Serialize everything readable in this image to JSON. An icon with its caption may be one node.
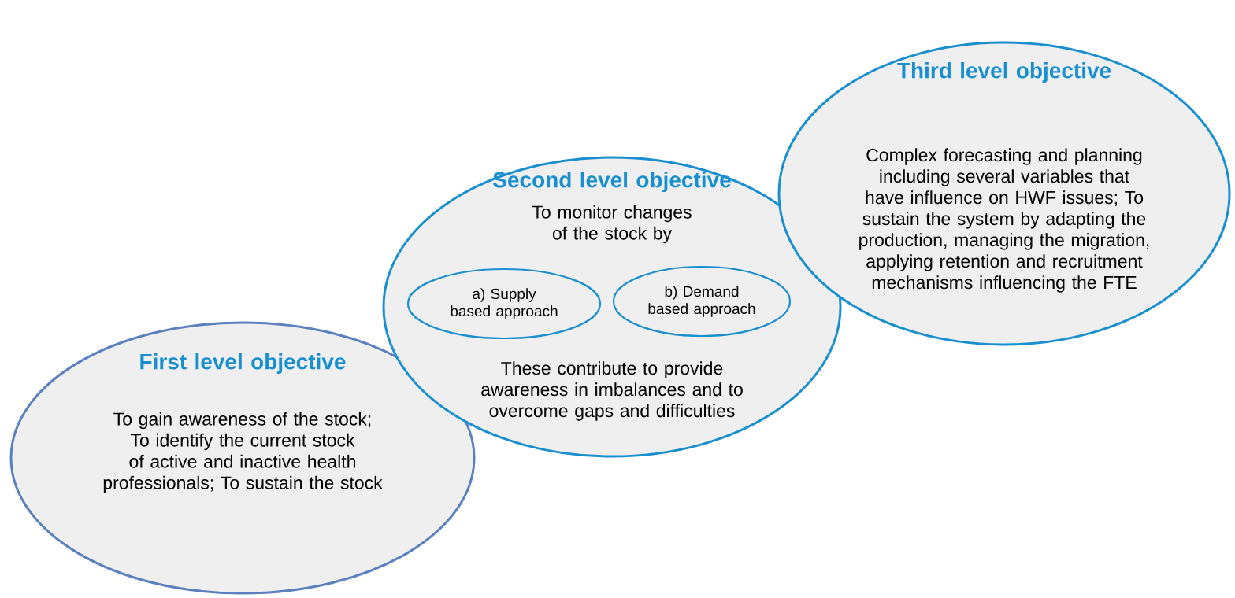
{
  "diagram": {
    "nodes": [
      {
        "text": [
          "First level objective",
          "To gain awareness of the stock; To identify the current stock of active and inactive health professionals; To sustain the stock"
        ]
      },
      {
        "text": [
          "Second level objective",
          "To monitor changes of the stock by",
          "These contribute to provide awareness in imbalances and to overcome gaps and difficulties"
        ]
      },
      {
        "text": [
          "a) Supply based approach"
        ],
        "in": 1
      },
      {
        "text": [
          "b) Demand based approach"
        ],
        "in": 1
      },
      {
        "text": [
          "Third level objective",
          "Complex forecasting and planning including several variables that have influence on HWF issues; To sustain the system by adapting the production, managing the migration, applying retention and recruitment mechanisms influencing the FTE"
        ]
      }
    ]
  }
}
